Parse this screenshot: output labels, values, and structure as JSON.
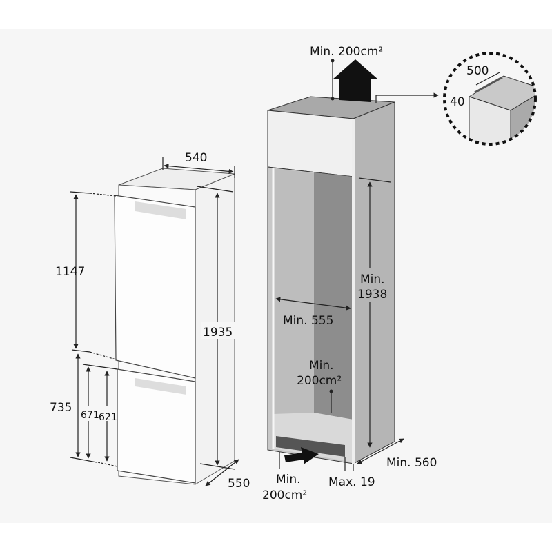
{
  "fridge": {
    "width": "540",
    "depth": "550",
    "height": "1935",
    "upper_door": "1147",
    "lower_door": "735",
    "lower_handle_1": "671",
    "lower_handle_2": "621"
  },
  "cabinet": {
    "top_vent": "Min. 200cm²",
    "inner_width": "Min. 555",
    "inner_height_1": "Min.",
    "inner_height_2": "1938",
    "rear_vent_1": "Min.",
    "rear_vent_2": "200cm²",
    "bottom_vent_1": "Min.",
    "bottom_vent_2": "200cm²",
    "plinth": "Max. 19",
    "depth": "Min. 560"
  },
  "detail": {
    "length": "500",
    "gap": "40"
  }
}
